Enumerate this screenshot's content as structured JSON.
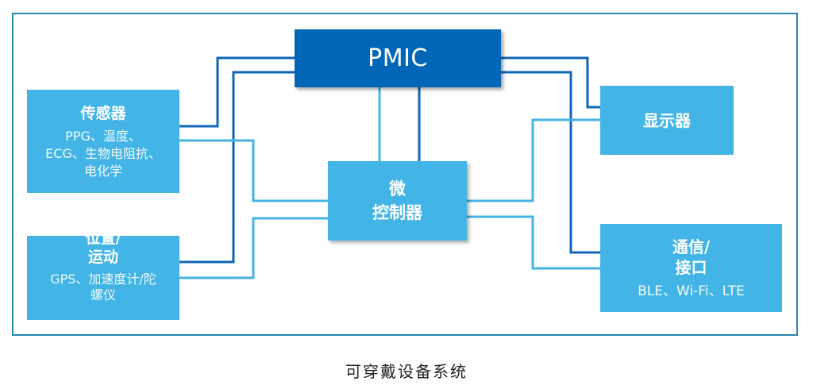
{
  "caption": "可穿戴设备系统",
  "colors": {
    "frame": "#2a86b4",
    "pmic_fill": "#0067b7",
    "block_fill": "#42b4e6",
    "power_line": "#0f66b8",
    "data_line": "#45b3e3",
    "text": "#ffffff"
  },
  "blocks": {
    "pmic": {
      "title": "PMIC"
    },
    "sensors": {
      "title": "传感器",
      "lines": [
        "PPG、温度、",
        "ECG、生物电阻抗、",
        "电化学"
      ]
    },
    "position": {
      "title_lines": [
        "位置/",
        "运动"
      ],
      "lines": [
        "GPS、加速度计/陀",
        "螺仪"
      ]
    },
    "mcu": {
      "title_lines": [
        "微",
        "控制器"
      ]
    },
    "display": {
      "title": "显示器"
    },
    "comm": {
      "title_lines": [
        "通信/",
        "接口"
      ],
      "lines": [
        "BLE、Wi-Fi、LTE"
      ]
    }
  },
  "connections": [
    {
      "from": "sensors",
      "to": "pmic",
      "type": "power"
    },
    {
      "from": "position",
      "to": "pmic",
      "type": "power"
    },
    {
      "from": "sensors",
      "to": "mcu",
      "type": "data"
    },
    {
      "from": "position",
      "to": "mcu",
      "type": "data"
    },
    {
      "from": "pmic",
      "to": "mcu",
      "type": "data"
    },
    {
      "from": "pmic",
      "to": "mcu",
      "type": "power"
    },
    {
      "from": "pmic",
      "to": "display",
      "type": "power"
    },
    {
      "from": "pmic",
      "to": "comm",
      "type": "power"
    },
    {
      "from": "mcu",
      "to": "display",
      "type": "data"
    },
    {
      "from": "mcu",
      "to": "comm",
      "type": "data"
    }
  ]
}
